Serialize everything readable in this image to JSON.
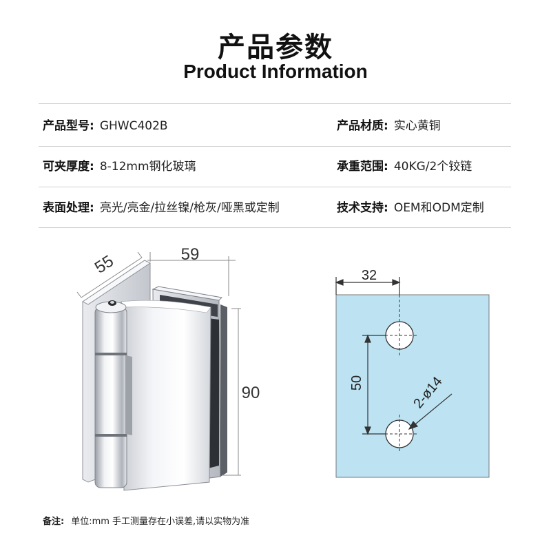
{
  "header": {
    "title_cn": "产品参数",
    "title_en": "Product Information"
  },
  "specs": [
    {
      "left": {
        "label": "产品型号:",
        "value": "GHWC402B"
      },
      "right": {
        "label": "产品材质:",
        "value": "实心黄铜"
      }
    },
    {
      "left": {
        "label": "可夹厚度:",
        "value": "8-12mm钢化玻璃"
      },
      "right": {
        "label": "承重范围:",
        "value": "40KG/2个铰链"
      }
    },
    {
      "left": {
        "label": "表面处理:",
        "value": "亮光/亮金/拉丝镍/枪灰/哑黑或定制"
      },
      "right": {
        "label": "技术支持:",
        "value": "OEM和ODM定制"
      }
    }
  ],
  "hinge_dims": {
    "depth": "55",
    "width": "59",
    "height": "90"
  },
  "hole_diagram": {
    "edge_distance": "32",
    "hole_spacing": "50",
    "hole_spec": "2-ø14",
    "glass_color": "#bde3f3"
  },
  "note": {
    "label": "备注:",
    "text": "单位:mm 手工测量存在小误差,请以实物为准"
  }
}
